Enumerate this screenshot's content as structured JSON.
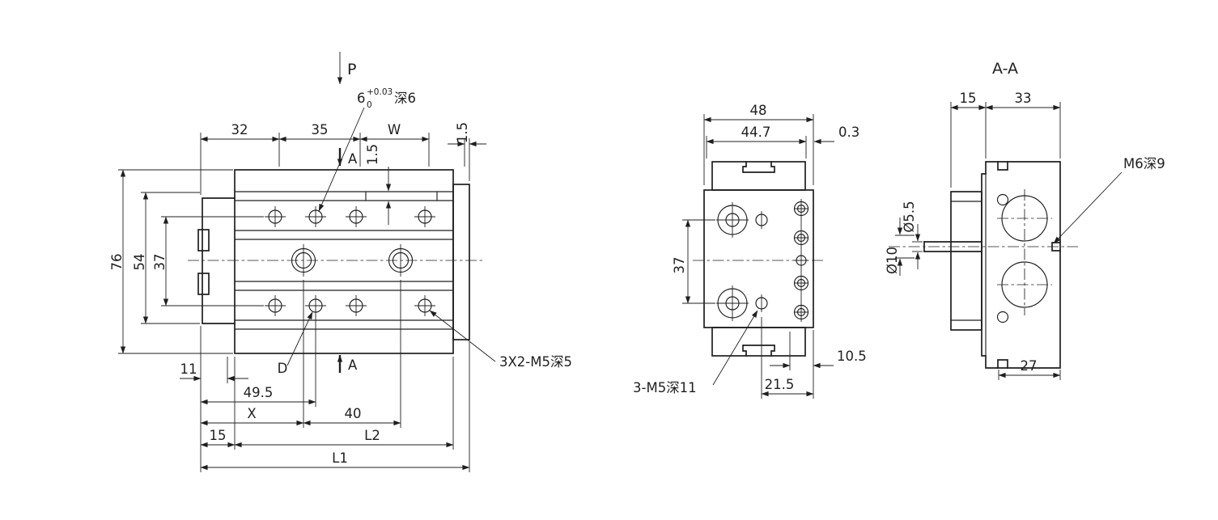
{
  "drawing": {
    "ink": "#1f1f1f",
    "background": "#ffffff"
  },
  "front_view": {
    "force_label": "P",
    "section_label_top": "A",
    "section_label_bottom": "A",
    "depth_note": {
      "base": "6",
      "tol_upper": "+0.03",
      "tol_lower": "0",
      "suffix": "深6"
    },
    "thread_note": "3X2-M5深5",
    "dim_32": "32",
    "dim_35": "35",
    "dim_W": "W",
    "dim_1_5_right": "1.5",
    "dim_1_5_inner": "1.5",
    "dim_76": "76",
    "dim_54": "54",
    "dim_37": "37",
    "dim_11": "11",
    "dim_D": "D",
    "dim_49_5": "49.5",
    "dim_X": "X",
    "dim_40": "40",
    "dim_15": "15",
    "dim_L2": "L2",
    "dim_L1": "L1"
  },
  "end_view": {
    "dim_48": "48",
    "dim_44_7": "44.7",
    "dim_0_3": "0.3",
    "dim_37": "37",
    "dim_10_5": "10.5",
    "dim_21_5": "21.5",
    "thread_note": "3-M5深11"
  },
  "section_view": {
    "title": "A-A",
    "dim_15": "15",
    "dim_33": "33",
    "dim_27": "27",
    "dia_rod_small": "Ø5.5",
    "dia_rod_large": "Ø10",
    "thread_note": "M6深9"
  }
}
